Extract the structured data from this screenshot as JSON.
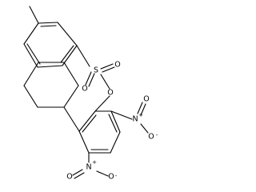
{
  "diagram": {
    "atoms": {
      "sulfur": "S",
      "sulfonyl_oxygen_left": "O",
      "sulfonyl_oxygen_right": "O",
      "ester_oxygen": "O",
      "nitro_ortho_nitrogen": "N",
      "nitro_ortho_charge_pos": "+",
      "nitro_ortho_oxygen_top": "O",
      "nitro_ortho_oxygen_bottom": "O",
      "nitro_ortho_charge_neg": "-",
      "nitro_para_nitrogen": "N",
      "nitro_para_charge_pos": "+",
      "nitro_para_oxygen_left": "O",
      "nitro_para_oxygen_right": "O",
      "nitro_para_charge_neg": "-"
    },
    "colors": {
      "bond": "#000000",
      "text": "#000000",
      "background": "#ffffff"
    }
  }
}
